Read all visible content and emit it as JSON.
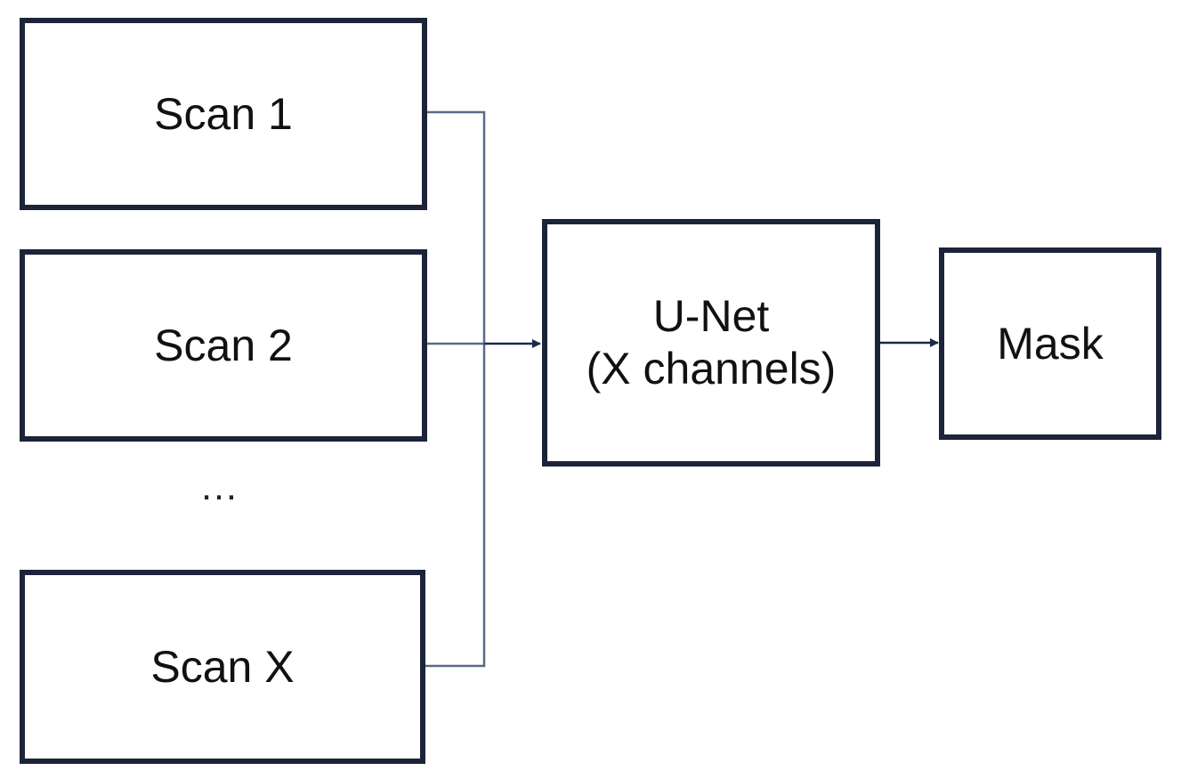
{
  "diagram": {
    "colors": {
      "box_border": "#1b2438",
      "connector": "#5a6a86",
      "arrow": "#1b2a4a"
    },
    "inputs": [
      {
        "label": "Scan 1"
      },
      {
        "label": "Scan 2"
      },
      {
        "label": "Scan X"
      }
    ],
    "ellipsis": "…",
    "model": {
      "line1": "U-Net",
      "line2": "(X channels)"
    },
    "output": {
      "label": "Mask"
    }
  }
}
